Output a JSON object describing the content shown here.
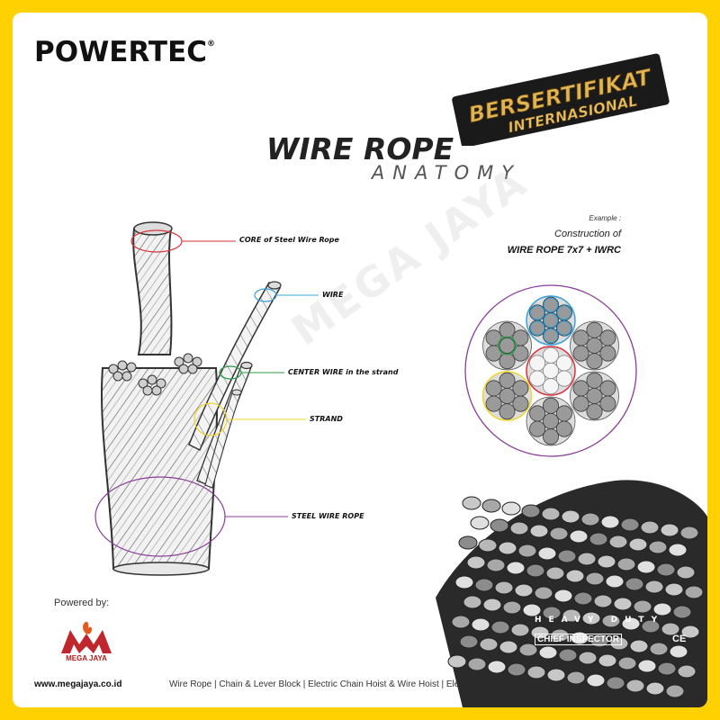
{
  "brand": {
    "name": "POWERTEC"
  },
  "badge": {
    "line1": "BERSERTIFIKAT",
    "line2": "INTERNASIONAL"
  },
  "title": {
    "main": "WIRE ROPE",
    "sub": "ANATOMY"
  },
  "watermark": "MEGA JAYA",
  "labels": {
    "core": "CORE of Steel Wire Rope",
    "wire": "WIRE",
    "center_wire": "CENTER WIRE in the strand",
    "strand": "STRAND",
    "rope": "STEEL WIRE ROPE"
  },
  "colors": {
    "core": "#d8333b",
    "wire": "#3aa0d8",
    "center_wire": "#2a9a4a",
    "strand": "#f0d62a",
    "rope": "#8a3c99",
    "background": "#ffd100"
  },
  "example": {
    "caption": "Example :",
    "line1": "Construction of",
    "line2": "WIRE ROPE 7x7 + IWRC"
  },
  "footer": {
    "powered_by": "Powered by:",
    "logo_text": "MEGA JAYA",
    "url": "www.megajaya.co.id",
    "products": "Wire Rope | Chain & Lever Block | Electric Chain Hoist & Wire Hoist | Electric Winch | Webbing Sling"
  },
  "photo_overlay": {
    "heavy_duty": "HEAVY DUTY",
    "chief": "CHIEF INSPECTOR",
    "ce": "CE"
  }
}
